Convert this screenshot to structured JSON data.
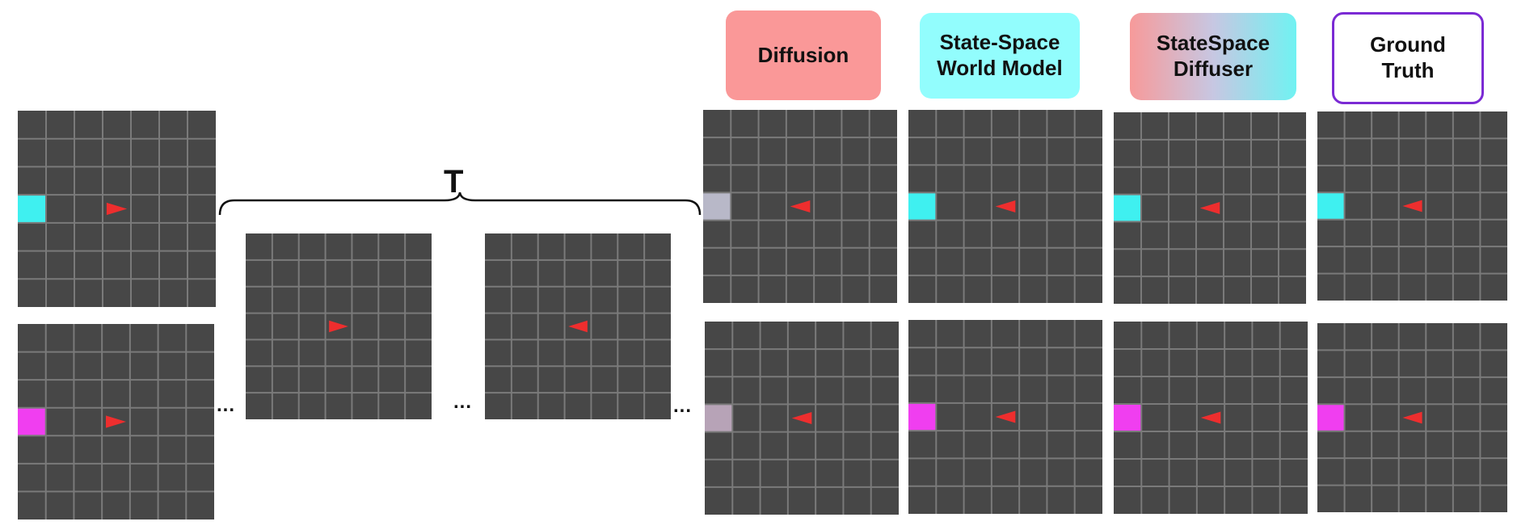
{
  "colors": {
    "cell_background": "#474747",
    "grid_line": "#7a7a7a",
    "agent": "#ee2e2e",
    "goal_cyan": "#3ff0f0",
    "goal_magenta": "#f03ef0",
    "goal_uncertain_cyan": "#b8b8c8",
    "goal_uncertain_magenta": "#b7a3b7",
    "diffusion_box": "#fa9898",
    "ssm_box": "#92fdfd",
    "gt_border": "#7b2ad4"
  },
  "sequence": {
    "length_symbol": "T",
    "ellipsis": "..."
  },
  "methods": [
    {
      "key": "diffusion",
      "label": "Diffusion"
    },
    {
      "key": "ssm",
      "label": "State-Space\nWorld Model"
    },
    {
      "key": "ssd",
      "label": "StateSpace\nDiffuser"
    },
    {
      "key": "gt",
      "label": "Ground\nTruth"
    }
  ],
  "grid_size": 7,
  "panels": [
    {
      "name": "input-start-cyan",
      "goal": "goal_cyan",
      "goal_row": 3,
      "agent_col": 3,
      "agent_row": 3,
      "agent_dir": "right"
    },
    {
      "name": "input-start-magenta",
      "goal": "goal_magenta",
      "goal_row": 3,
      "agent_col": 3,
      "agent_row": 3,
      "agent_dir": "right"
    },
    {
      "name": "intermediate-right",
      "goal": null,
      "agent_col": 3,
      "agent_row": 3,
      "agent_dir": "right"
    },
    {
      "name": "intermediate-left",
      "goal": null,
      "agent_col": 3,
      "agent_row": 3,
      "agent_dir": "left"
    },
    {
      "name": "diffusion-cyan",
      "goal": "goal_uncertain_cyan",
      "goal_row": 3,
      "agent_col": 3,
      "agent_row": 3,
      "agent_dir": "left"
    },
    {
      "name": "diffusion-magenta",
      "goal": "goal_uncertain_magenta",
      "goal_row": 3,
      "agent_col": 3,
      "agent_row": 3,
      "agent_dir": "left"
    },
    {
      "name": "ssm-cyan",
      "goal": "goal_cyan",
      "goal_row": 3,
      "agent_col": 3,
      "agent_row": 3,
      "agent_dir": "left"
    },
    {
      "name": "ssm-magenta",
      "goal": "goal_magenta",
      "goal_row": 3,
      "agent_col": 3,
      "agent_row": 3,
      "agent_dir": "left"
    },
    {
      "name": "ssd-cyan",
      "goal": "goal_cyan",
      "goal_row": 3,
      "agent_col": 3,
      "agent_row": 3,
      "agent_dir": "left"
    },
    {
      "name": "ssd-magenta",
      "goal": "goal_magenta",
      "goal_row": 3,
      "agent_col": 3,
      "agent_row": 3,
      "agent_dir": "left"
    },
    {
      "name": "gt-cyan",
      "goal": "goal_cyan",
      "goal_row": 3,
      "agent_col": 3,
      "agent_row": 3,
      "agent_dir": "left"
    },
    {
      "name": "gt-magenta",
      "goal": "goal_magenta",
      "goal_row": 3,
      "agent_col": 3,
      "agent_row": 3,
      "agent_dir": "left"
    }
  ]
}
